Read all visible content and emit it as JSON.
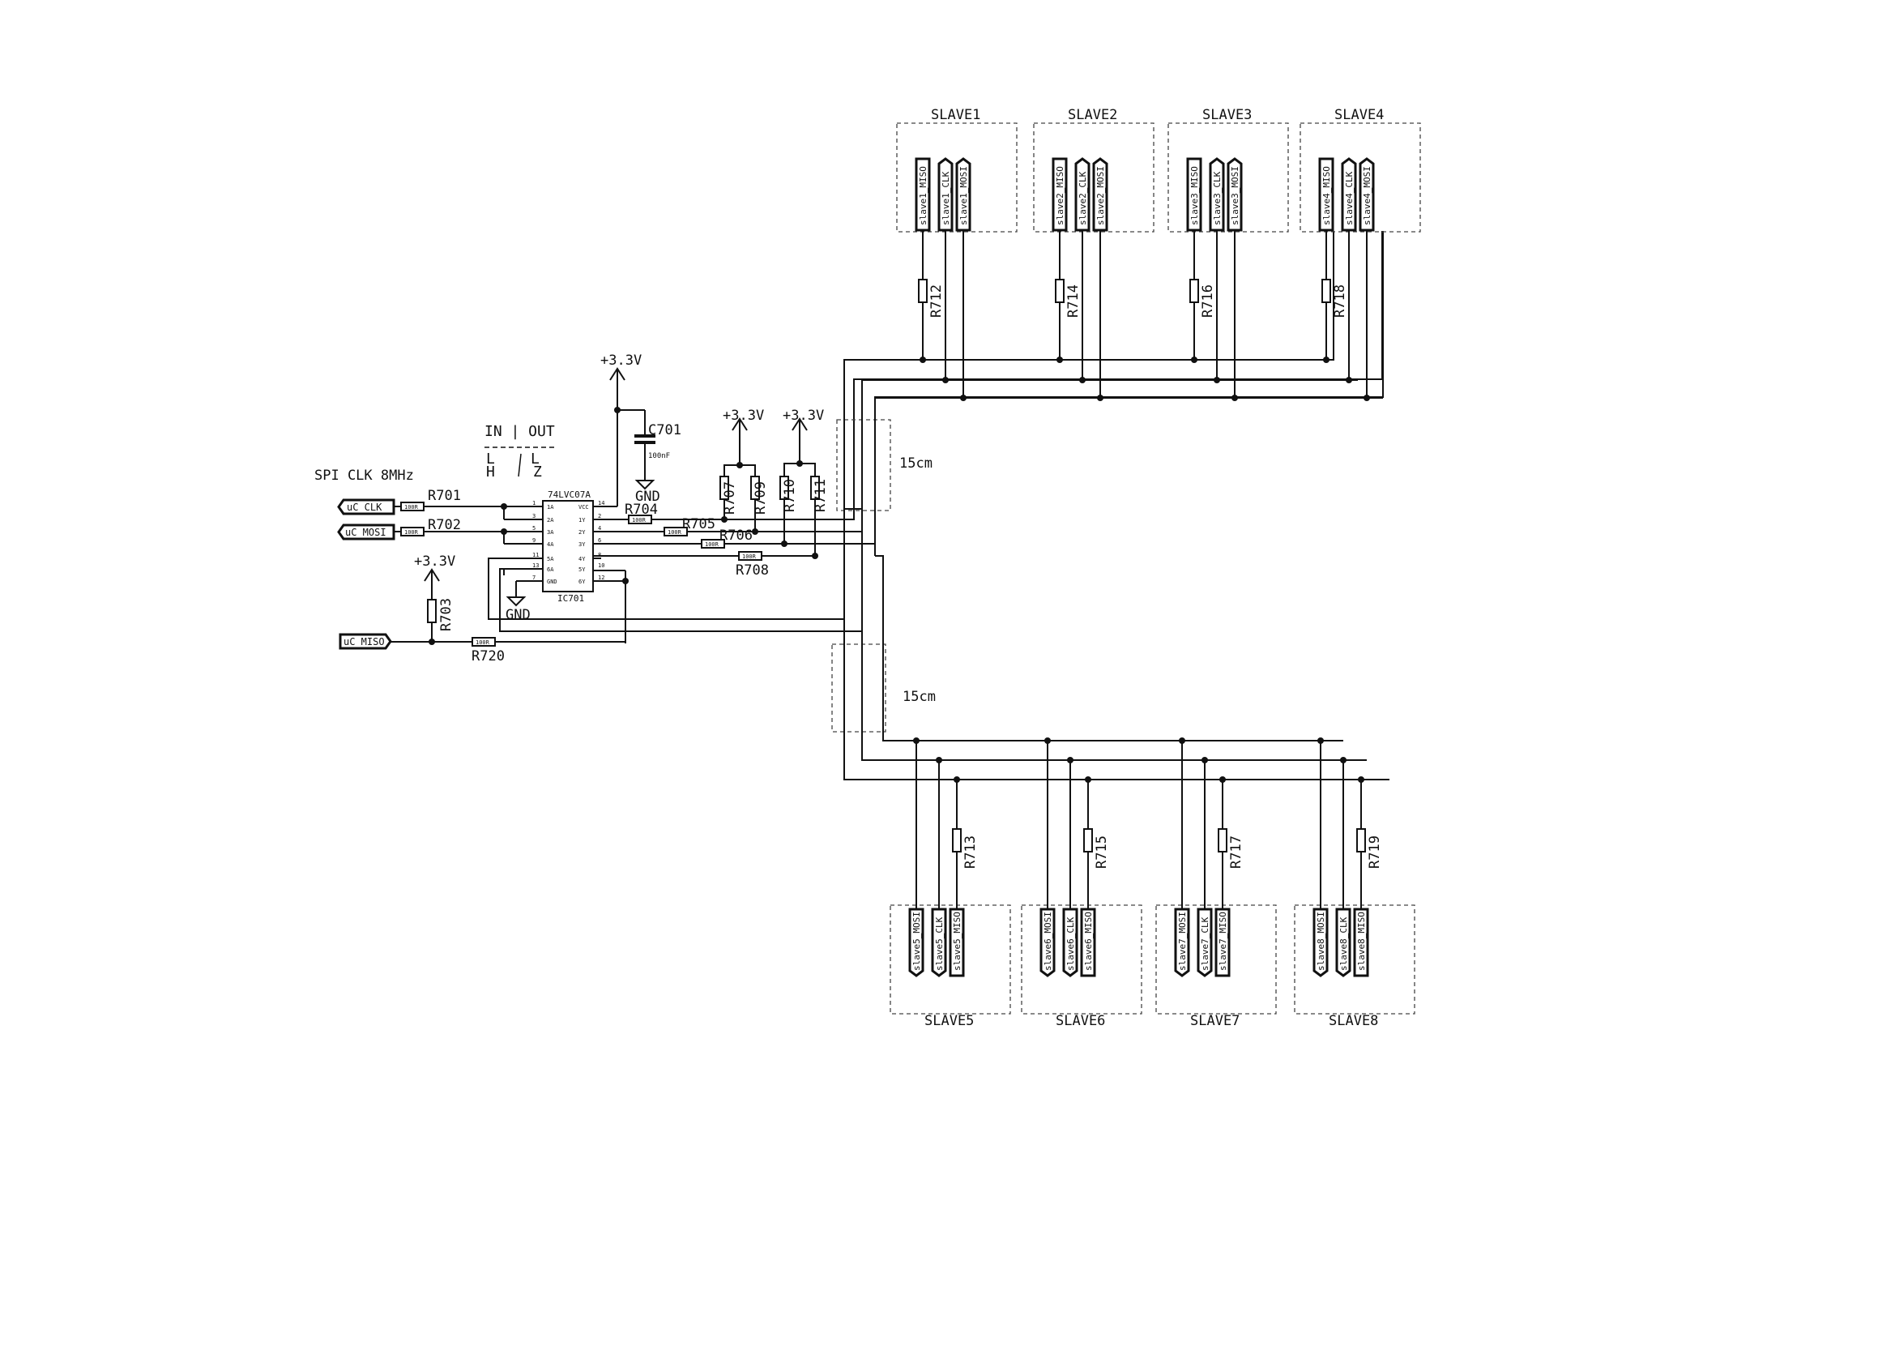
{
  "title_note": "SPI CLK 8MHz",
  "truth_table": {
    "header": "IN | OUT",
    "row1_in": "L",
    "row1_out": "L",
    "row2_in": "H",
    "row2_out": "Z"
  },
  "ic": {
    "part": "74LVC07A",
    "ref": "IC701",
    "left_pins": [
      {
        "num": "1",
        "name": "1A"
      },
      {
        "num": "3",
        "name": "2A"
      },
      {
        "num": "5",
        "name": "3A"
      },
      {
        "num": "9",
        "name": "4A"
      },
      {
        "num": "11",
        "name": "5A"
      },
      {
        "num": "13",
        "name": "6A"
      },
      {
        "num": "7",
        "name": "GND"
      }
    ],
    "right_pins": [
      {
        "num": "14",
        "name": "VCC"
      },
      {
        "num": "2",
        "name": "1Y"
      },
      {
        "num": "4",
        "name": "2Y"
      },
      {
        "num": "6",
        "name": "3Y"
      },
      {
        "num": "8",
        "name": "4Y"
      },
      {
        "num": "10",
        "name": "5Y"
      },
      {
        "num": "12",
        "name": "6Y"
      }
    ]
  },
  "ports": {
    "clk": "uC_CLK",
    "mosi": "uC_MOSI",
    "miso": "uC_MISO"
  },
  "power": {
    "v33": "+3.3V",
    "gnd": "GND"
  },
  "cap": {
    "ref": "C701",
    "value": "100nF"
  },
  "res": {
    "R701": "R701",
    "R702": "R702",
    "R703": "R703",
    "R704": "R704",
    "R705": "R705",
    "R706": "R706",
    "R707": "R707",
    "R708": "R708",
    "R709": "R709",
    "R710": "R710",
    "R711": "R711",
    "R712": "R712",
    "R713": "R713",
    "R714": "R714",
    "R715": "R715",
    "R716": "R716",
    "R717": "R717",
    "R718": "R718",
    "R719": "R719",
    "R720": "R720",
    "val_100r": "100R",
    "val_100": "100"
  },
  "cable_length": "15cm",
  "slaves_top": [
    {
      "name": "SLAVE1",
      "pins": [
        "slave1_MISO",
        "slave1_CLK",
        "slave1_MOSI"
      ],
      "res": "R712"
    },
    {
      "name": "SLAVE2",
      "pins": [
        "slave2_MISO",
        "slave2_CLK",
        "slave2_MOSI"
      ],
      "res": "R714"
    },
    {
      "name": "SLAVE3",
      "pins": [
        "slave3_MISO",
        "slave3_CLK",
        "slave3_MOSI"
      ],
      "res": "R716"
    },
    {
      "name": "SLAVE4",
      "pins": [
        "slave4_MISO",
        "slave4_CLK",
        "slave4_MOSI"
      ],
      "res": "R718"
    }
  ],
  "slaves_bottom": [
    {
      "name": "SLAVE5",
      "pins": [
        "slave5_MOSI",
        "slave5_CLK",
        "slave5_MISO"
      ],
      "res": "R713"
    },
    {
      "name": "SLAVE6",
      "pins": [
        "slave6_MOSI",
        "slave6_CLK",
        "slave6_MISO"
      ],
      "res": "R715"
    },
    {
      "name": "SLAVE7",
      "pins": [
        "slave7_MOSI",
        "slave7_CLK",
        "slave7_MISO"
      ],
      "res": "R717"
    },
    {
      "name": "SLAVE8",
      "pins": [
        "slave8_MOSI",
        "slave8_CLK",
        "slave8_MISO"
      ],
      "res": "R719"
    }
  ]
}
